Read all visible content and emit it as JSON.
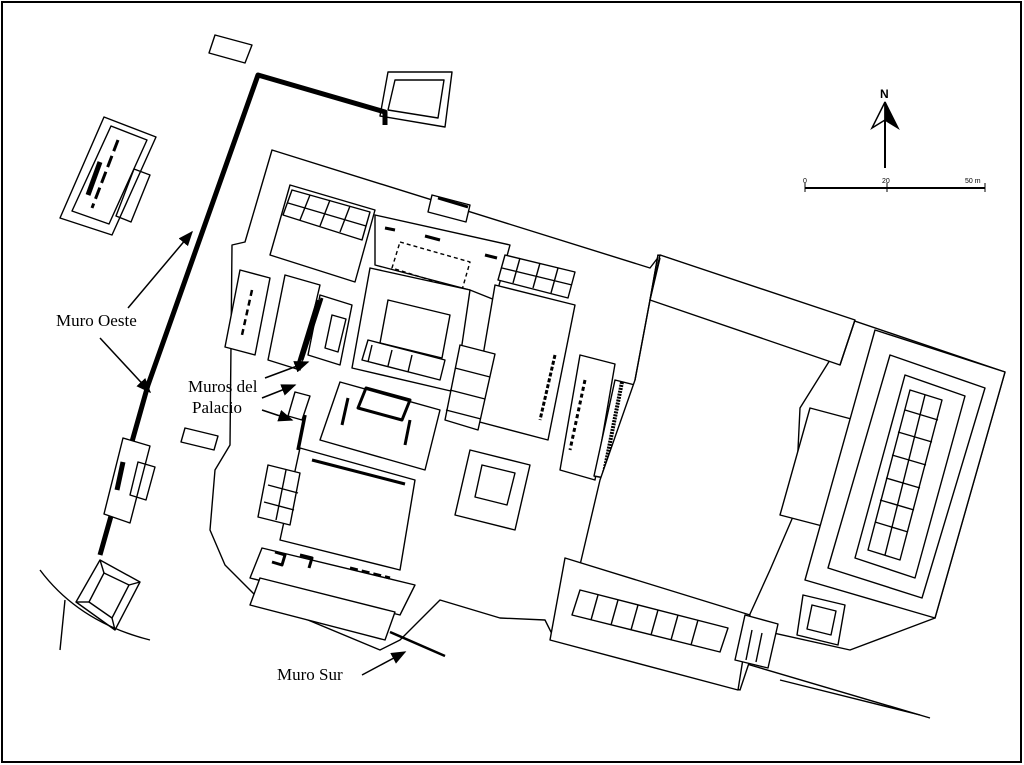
{
  "labels": {
    "muro_oeste": "Muro Oeste",
    "muros_palacio_line1": "Muros del",
    "muros_palacio_line2": "Palacio",
    "muro_sur": "Muro Sur"
  },
  "north_arrow": {
    "letter": "N"
  },
  "scale_bar": {
    "tick_0": "0",
    "tick_mid": "20",
    "tick_end": "50 m"
  },
  "colors": {
    "ink": "#000000",
    "paper": "#ffffff"
  }
}
